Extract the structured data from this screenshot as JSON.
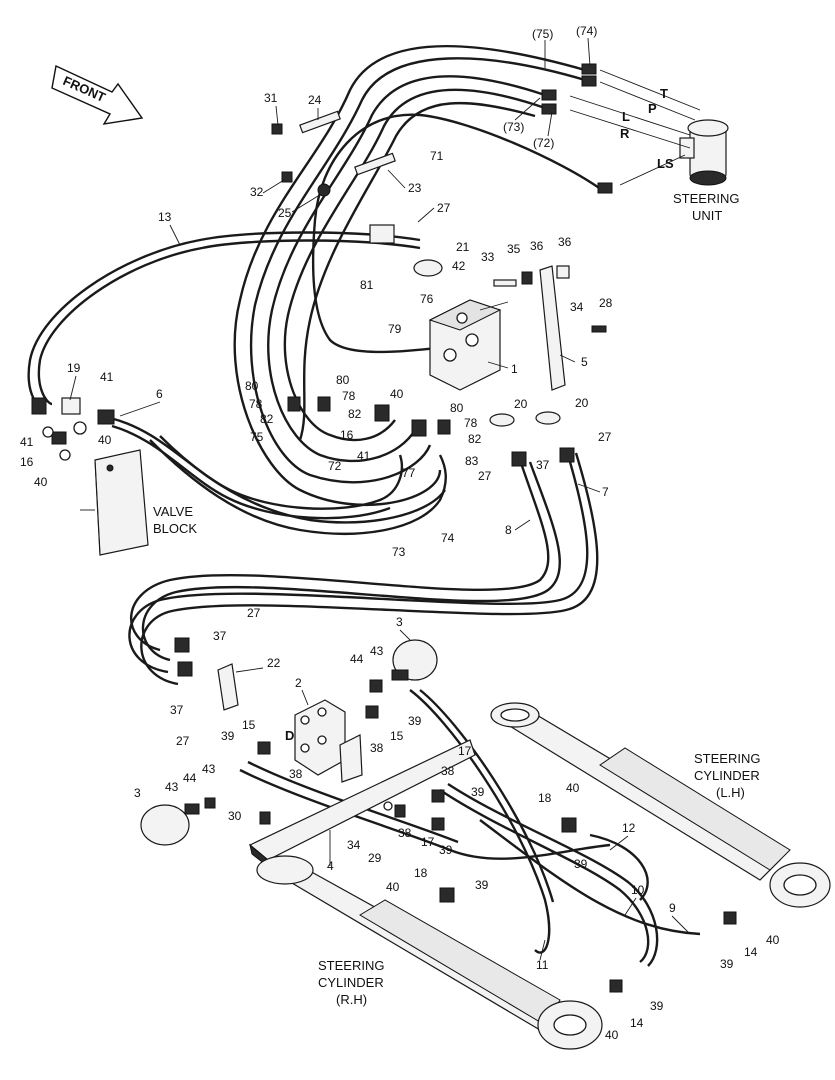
{
  "front_arrow": {
    "label": "FRONT"
  },
  "components": {
    "steering_unit": [
      "STEERING",
      "UNIT"
    ],
    "valve_block": [
      "VALVE",
      "BLOCK"
    ],
    "steering_cylinder_lh": [
      "STEERING",
      "CYLINDER",
      "(L.H)"
    ],
    "steering_cylinder_rh": [
      "STEERING",
      "CYLINDER",
      "(R.H)"
    ]
  },
  "port_letters": {
    "t": "T",
    "p": "P",
    "l": "L",
    "r": "R",
    "ls": "LS",
    "d": "D"
  },
  "callouts": {
    "c75": "(75)",
    "c74": "(74)",
    "c73": "(73)",
    "c72": "(72)",
    "c71": "71",
    "c31": "31",
    "c24": "24",
    "c23": "23",
    "c32": "32",
    "c25": "25",
    "c27a": "27",
    "c13": "13",
    "c21": "21",
    "c33": "33",
    "c35": "35",
    "c36a": "36",
    "c36b": "36",
    "c42": "42",
    "c81": "81",
    "c76": "76",
    "c79": "79",
    "c34a": "34",
    "c28": "28",
    "c5": "5",
    "c1": "1",
    "c19": "19",
    "c41a": "41",
    "c6": "6",
    "c41b": "41",
    "c40a": "40",
    "c16a": "16",
    "c40b": "40",
    "c80a": "80",
    "c80b": "80",
    "c78a": "78",
    "c78b": "78",
    "c82a": "82",
    "c82b": "82",
    "c75b": "75",
    "c72b": "72",
    "c40c": "40",
    "c16b": "16",
    "c41c": "41",
    "c80c": "80",
    "c78c": "78",
    "c82c": "82",
    "c20a": "20",
    "c20b": "20",
    "c27b": "27",
    "c37a": "37",
    "c77": "77",
    "c83": "83",
    "c27c": "27",
    "c7": "7",
    "c73b": "73",
    "c74b": "74",
    "c8": "8",
    "c27d": "27",
    "c37b": "37",
    "c22": "22",
    "c3a": "3",
    "c44a": "44",
    "c43a": "43",
    "c2": "2",
    "c39a": "39",
    "c15a": "15",
    "c37c": "37",
    "c27e": "27",
    "c15b": "15",
    "c39b": "39",
    "c38a": "38",
    "c38b": "38",
    "c38c": "38",
    "c17a": "17",
    "c39c": "39",
    "c3b": "3",
    "c44b": "44",
    "c43b": "43",
    "c43c": "43",
    "c30": "30",
    "c34b": "34",
    "c29": "29",
    "c38d": "38",
    "c17b": "17",
    "c39d": "39",
    "c4": "4",
    "c18a": "18",
    "c40d": "40",
    "c39e": "39",
    "c12": "12",
    "c18b": "18",
    "c40e": "40",
    "c39f": "39",
    "c10": "10",
    "c9": "9",
    "c40f": "40",
    "c14a": "14",
    "c39g": "39",
    "c11": "11",
    "c40g": "40",
    "c14b": "14",
    "c39h": "39"
  }
}
